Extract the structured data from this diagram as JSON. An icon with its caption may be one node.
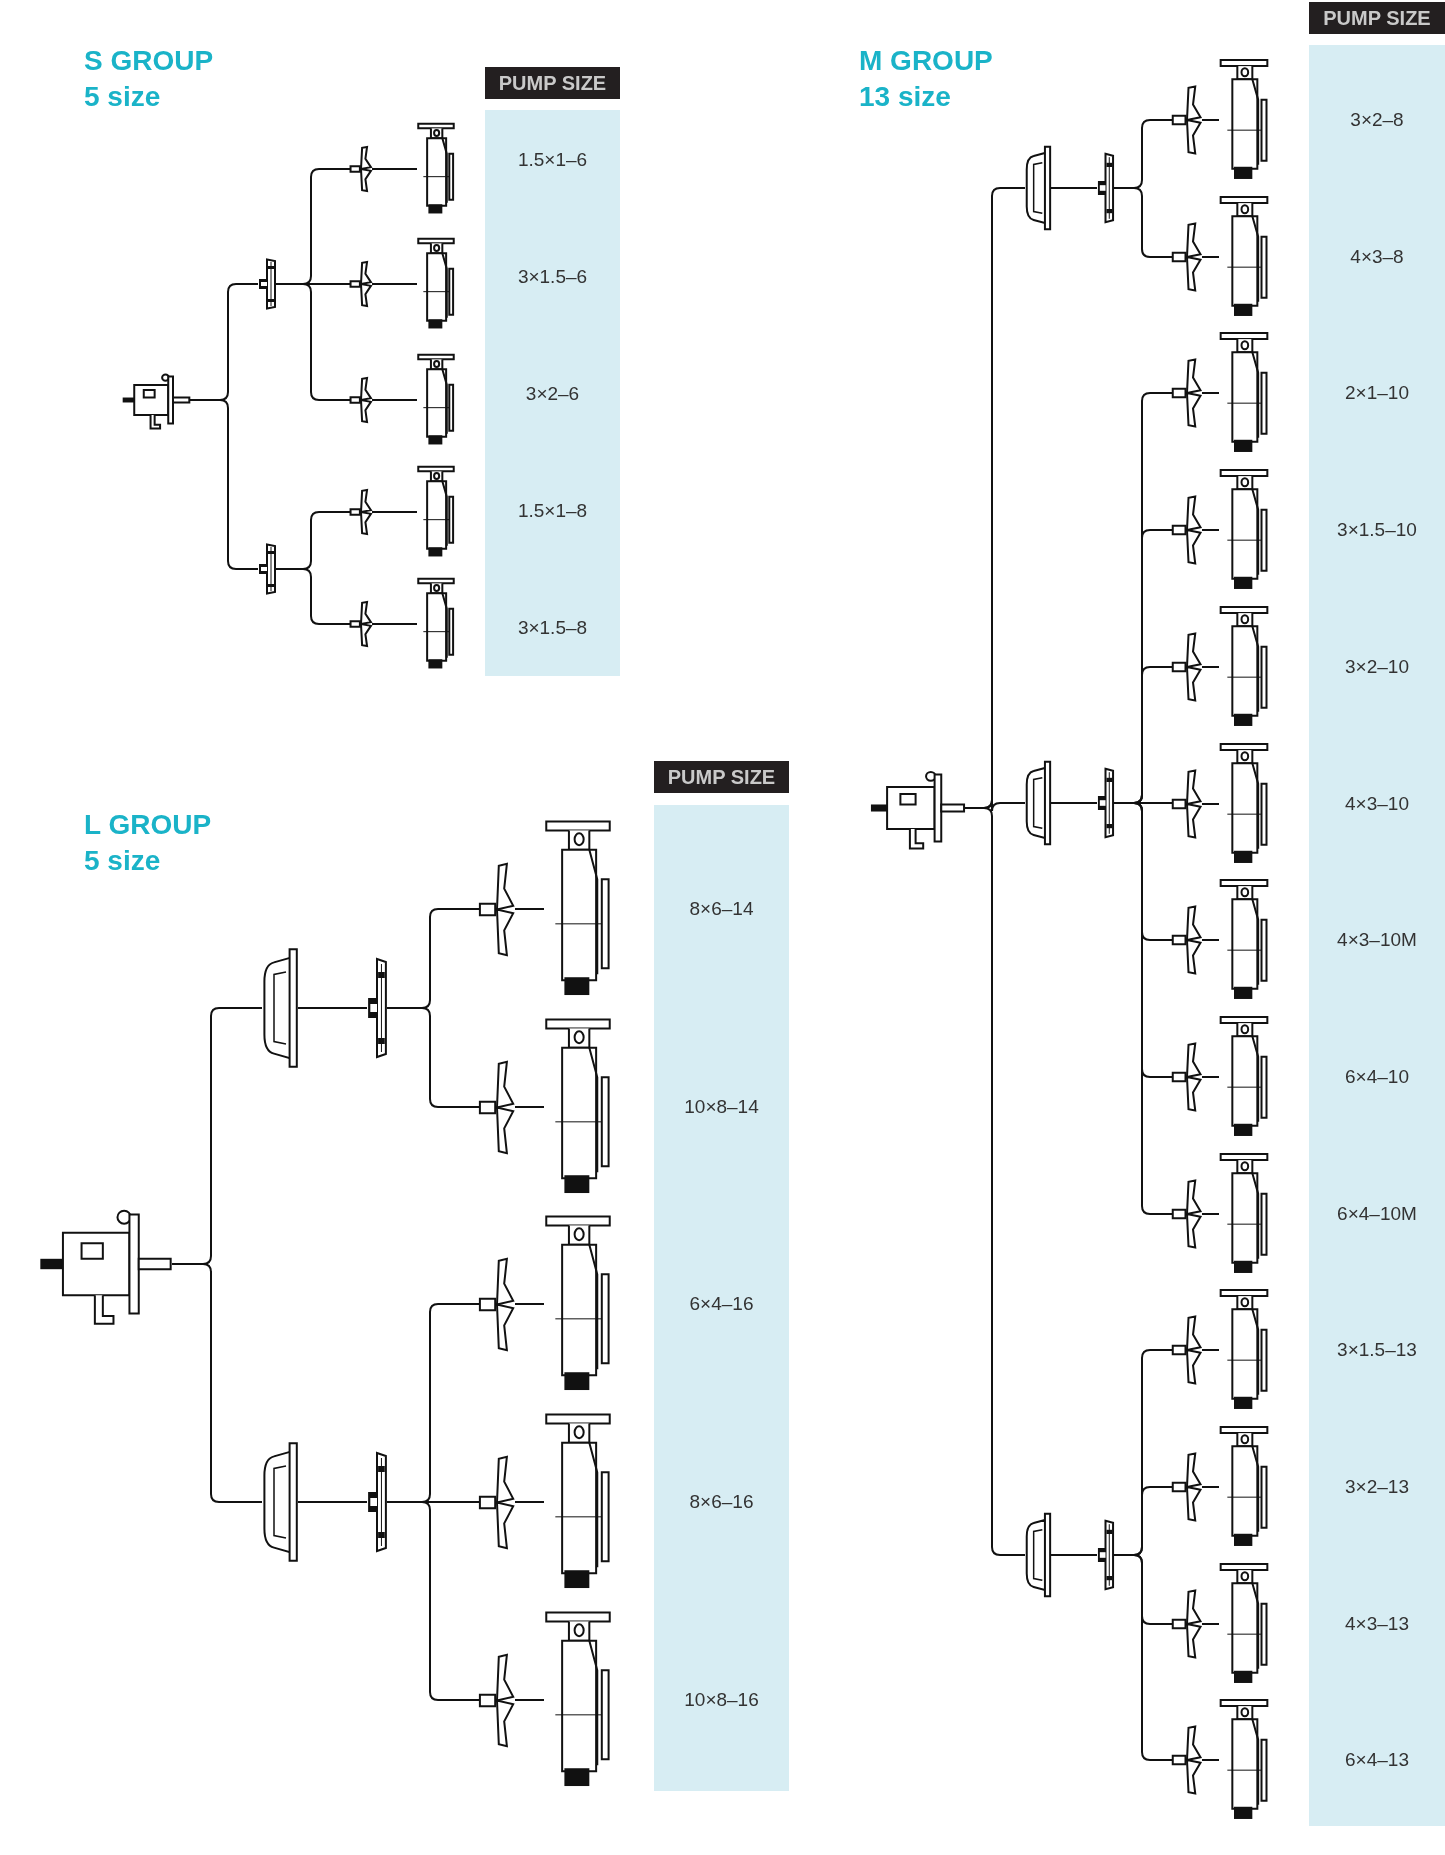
{
  "diagram": {
    "nodes": [
      {
        "text": [],
        "shape": "picture"
      },
      {
        "text": [],
        "shape": "picture"
      },
      {
        "text": [],
        "shape": "picture"
      },
      {
        "text": [],
        "shape": "picture"
      },
      {
        "text": [],
        "shape": "picture"
      },
      {
        "text": [],
        "shape": "picture"
      },
      {
        "text": [],
        "shape": "picture"
      },
      {
        "text": [],
        "shape": "picture"
      },
      {
        "text": [],
        "shape": "picture"
      },
      {
        "text": [],
        "shape": "picture"
      },
      {
        "text": [],
        "shape": "picture"
      },
      {
        "text": [],
        "shape": "picture"
      },
      {
        "text": [],
        "shape": "picture"
      },
      {
        "text": [],
        "shape": "picture"
      },
      {
        "text": [],
        "shape": "picture"
      },
      {
        "text": [],
        "shape": "picture"
      },
      {
        "text": [],
        "shape": "picture"
      },
      {
        "text": [],
        "shape": "picture"
      },
      {
        "text": [],
        "shape": "picture"
      },
      {
        "text": [],
        "shape": "picture"
      },
      {
        "text": [],
        "shape": "picture"
      },
      {
        "text": [],
        "shape": "picture"
      },
      {
        "text": [],
        "shape": "picture"
      },
      {
        "text": [],
        "shape": "picture"
      },
      {
        "text": [],
        "shape": "picture"
      },
      {
        "text": [],
        "shape": "picture"
      },
      {
        "text": [],
        "shape": "picture"
      },
      {
        "text": [],
        "shape": "picture"
      },
      {
        "text": [],
        "shape": "picture"
      },
      {
        "text": [],
        "shape": "picture"
      },
      {
        "text": [],
        "shape": "picture"
      },
      {
        "text": [],
        "shape": "picture"
      },
      {
        "text": [],
        "shape": "picture"
      },
      {
        "text": [],
        "shape": "picture"
      },
      {
        "text": [],
        "shape": "picture"
      },
      {
        "text": [],
        "shape": "picture"
      },
      {
        "text": [],
        "shape": "picture"
      },
      {
        "text": [],
        "shape": "picture"
      },
      {
        "text": [],
        "shape": "picture"
      },
      {
        "text": [],
        "shape": "picture"
      },
      {
        "text": [],
        "shape": "picture"
      },
      {
        "text": [],
        "shape": "picture"
      },
      {
        "text": [],
        "shape": "picture"
      },
      {
        "text": [],
        "shape": "picture"
      },
      {
        "text": [],
        "shape": "picture"
      },
      {
        "text": [],
        "shape": "picture"
      },
      {
        "text": [],
        "shape": "picture"
      },
      {
        "text": [],
        "shape": "picture"
      },
      {
        "text": [],
        "shape": "picture"
      },
      {
        "text": [],
        "shape": "picture"
      },
      {
        "text": [],
        "shape": "picture"
      },
      {
        "text": [],
        "shape": "picture"
      },
      {
        "text": [],
        "shape": "picture"
      },
      {
        "text": [],
        "shape": "picture"
      },
      {
        "text": [],
        "shape": "picture"
      },
      {
        "text": [],
        "shape": "picture"
      },
      {
        "text": [],
        "shape": "picture"
      },
      {
        "text": [],
        "shape": "picture"
      },
      {
        "text": [],
        "shape": "picture"
      },
      {
        "text": [],
        "shape": "picture"
      },
      {
        "text": [],
        "shape": "picture"
      }
    ],
    "edges": [
      {
        "from": 0,
        "to": 1,
        "arrow": "none"
      },
      {
        "from": 0,
        "to": 2,
        "arrow": "none"
      },
      {
        "from": 1,
        "to": 3,
        "arrow": "none"
      },
      {
        "from": 1,
        "to": 4,
        "arrow": "none"
      },
      {
        "from": 1,
        "to": 5,
        "arrow": "none"
      },
      {
        "from": 2,
        "to": 6,
        "arrow": "none"
      },
      {
        "from": 2,
        "to": 7,
        "arrow": "none"
      },
      {
        "from": 3,
        "to": 8,
        "arrow": "none"
      },
      {
        "from": 4,
        "to": 9,
        "arrow": "none"
      },
      {
        "from": 5,
        "to": 10,
        "arrow": "none"
      },
      {
        "from": 6,
        "to": 11,
        "arrow": "none"
      },
      {
        "from": 7,
        "to": 12,
        "arrow": "none"
      },
      {
        "from": 13,
        "to": 14,
        "arrow": "none"
      },
      {
        "from": 13,
        "to": 15,
        "arrow": "none"
      },
      {
        "from": 13,
        "to": 16,
        "arrow": "none"
      },
      {
        "from": 14,
        "to": 17,
        "arrow": "none"
      },
      {
        "from": 15,
        "to": 18,
        "arrow": "none"
      },
      {
        "from": 16,
        "to": 19,
        "arrow": "none"
      },
      {
        "from": 17,
        "to": 20,
        "arrow": "none"
      },
      {
        "from": 17,
        "to": 21,
        "arrow": "none"
      },
      {
        "from": 18,
        "to": 22,
        "arrow": "none"
      },
      {
        "from": 18,
        "to": 23,
        "arrow": "none"
      },
      {
        "from": 18,
        "to": 24,
        "arrow": "none"
      },
      {
        "from": 18,
        "to": 25,
        "arrow": "none"
      },
      {
        "from": 18,
        "to": 26,
        "arrow": "none"
      },
      {
        "from": 18,
        "to": 27,
        "arrow": "none"
      },
      {
        "from": 18,
        "to": 28,
        "arrow": "none"
      },
      {
        "from": 19,
        "to": 29,
        "arrow": "none"
      },
      {
        "from": 19,
        "to": 30,
        "arrow": "none"
      },
      {
        "from": 19,
        "to": 31,
        "arrow": "none"
      },
      {
        "from": 19,
        "to": 32,
        "arrow": "none"
      },
      {
        "from": 20,
        "to": 33,
        "arrow": "none"
      },
      {
        "from": 21,
        "to": 34,
        "arrow": "none"
      },
      {
        "from": 22,
        "to": 35,
        "arrow": "none"
      },
      {
        "from": 23,
        "to": 36,
        "arrow": "none"
      },
      {
        "from": 24,
        "to": 37,
        "arrow": "none"
      },
      {
        "from": 25,
        "to": 38,
        "arrow": "none"
      },
      {
        "from": 26,
        "to": 39,
        "arrow": "none"
      },
      {
        "from": 27,
        "to": 40,
        "arrow": "none"
      },
      {
        "from": 28,
        "to": 41,
        "arrow": "none"
      },
      {
        "from": 29,
        "to": 42,
        "arrow": "none"
      },
      {
        "from": 30,
        "to": 43,
        "arrow": "none"
      },
      {
        "from": 31,
        "to": 44,
        "arrow": "none"
      },
      {
        "from": 32,
        "to": 45,
        "arrow": "none"
      },
      {
        "from": 46,
        "to": 47,
        "arrow": "none"
      },
      {
        "from": 46,
        "to": 48,
        "arrow": "none"
      },
      {
        "from": 47,
        "to": 49,
        "arrow": "none"
      },
      {
        "from": 48,
        "to": 50,
        "arrow": "none"
      },
      {
        "from": 49,
        "to": 51,
        "arrow": "none"
      },
      {
        "from": 49,
        "to": 52,
        "arrow": "none"
      },
      {
        "from": 50,
        "to": 53,
        "arrow": "none"
      },
      {
        "from": 50,
        "to": 54,
        "arrow": "none"
      },
      {
        "from": 50,
        "to": 55,
        "arrow": "none"
      },
      {
        "from": 51,
        "to": 56,
        "arrow": "none"
      },
      {
        "from": 52,
        "to": 57,
        "arrow": "none"
      },
      {
        "from": 53,
        "to": 58,
        "arrow": "none"
      },
      {
        "from": 54,
        "to": 59,
        "arrow": "none"
      },
      {
        "from": 55,
        "to": 60,
        "arrow": "none"
      }
    ],
    "labels": [
      "S GROUP",
      "5 size",
      "PUMP SIZE",
      "1.5×1–6",
      "3×1.5–6",
      "3×2–6",
      "1.5×1–8",
      "3×1.5–8",
      "M GROUP",
      "13 size",
      "PUMP SIZE",
      "3×2–8",
      "4×3–8",
      "2×1–10",
      "3×1.5–10",
      "3×2–10",
      "4×3–10",
      "4×3–10M",
      "6×4–10",
      "6×4–10M",
      "3×1.5–13",
      "3×2–13",
      "4×3–13",
      "6×4–13",
      "L GROUP",
      "5 size",
      "PUMP SIZE",
      "8×6–14",
      "10×8–14",
      "6×4–16",
      "8×6–16",
      "10×8–16"
    ]
  }
}
